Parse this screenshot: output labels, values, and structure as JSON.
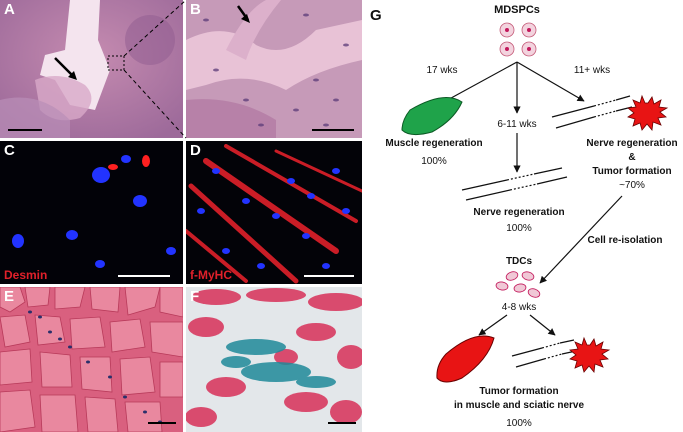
{
  "panels": {
    "a": {
      "label": "A"
    },
    "b": {
      "label": "B"
    },
    "c": {
      "label": "C",
      "stain": "Desmin"
    },
    "d": {
      "label": "D",
      "stain": "f-MyHC"
    },
    "e": {
      "label": "E"
    },
    "f": {
      "label": "F"
    }
  },
  "schematic": {
    "label": "G",
    "source_cells": "MDSPCs",
    "left_time": "17 wks",
    "right_time": "11+ wks",
    "middle_time": "6-11 wks",
    "muscle_title": "Muscle regeneration",
    "muscle_pct": "100%",
    "nerve_tumor_line1": "Nerve regeneration",
    "nerve_tumor_line2": "&",
    "nerve_tumor_line3": "Tumor formation",
    "nerve_tumor_pct": "~70%",
    "nerve_title": "Nerve regeneration",
    "nerve_pct": "100%",
    "reisolation": "Cell re-isolation",
    "tdc_cells": "TDCs",
    "tdc_time": "4-8 wks",
    "tumor_line1": "Tumor formation",
    "tumor_line2": "in muscle and sciatic nerve",
    "tumor_pct": "100%"
  },
  "colors": {
    "muscle_green": "#1fa34a",
    "tumor_red": "#e81414",
    "he_pink": "#d98aa6",
    "he_purple": "#7a4a8a",
    "dapi_blue": "#2222ff",
    "stain_red": "#e0202a",
    "xgal_blue": "#1f8a9a"
  }
}
